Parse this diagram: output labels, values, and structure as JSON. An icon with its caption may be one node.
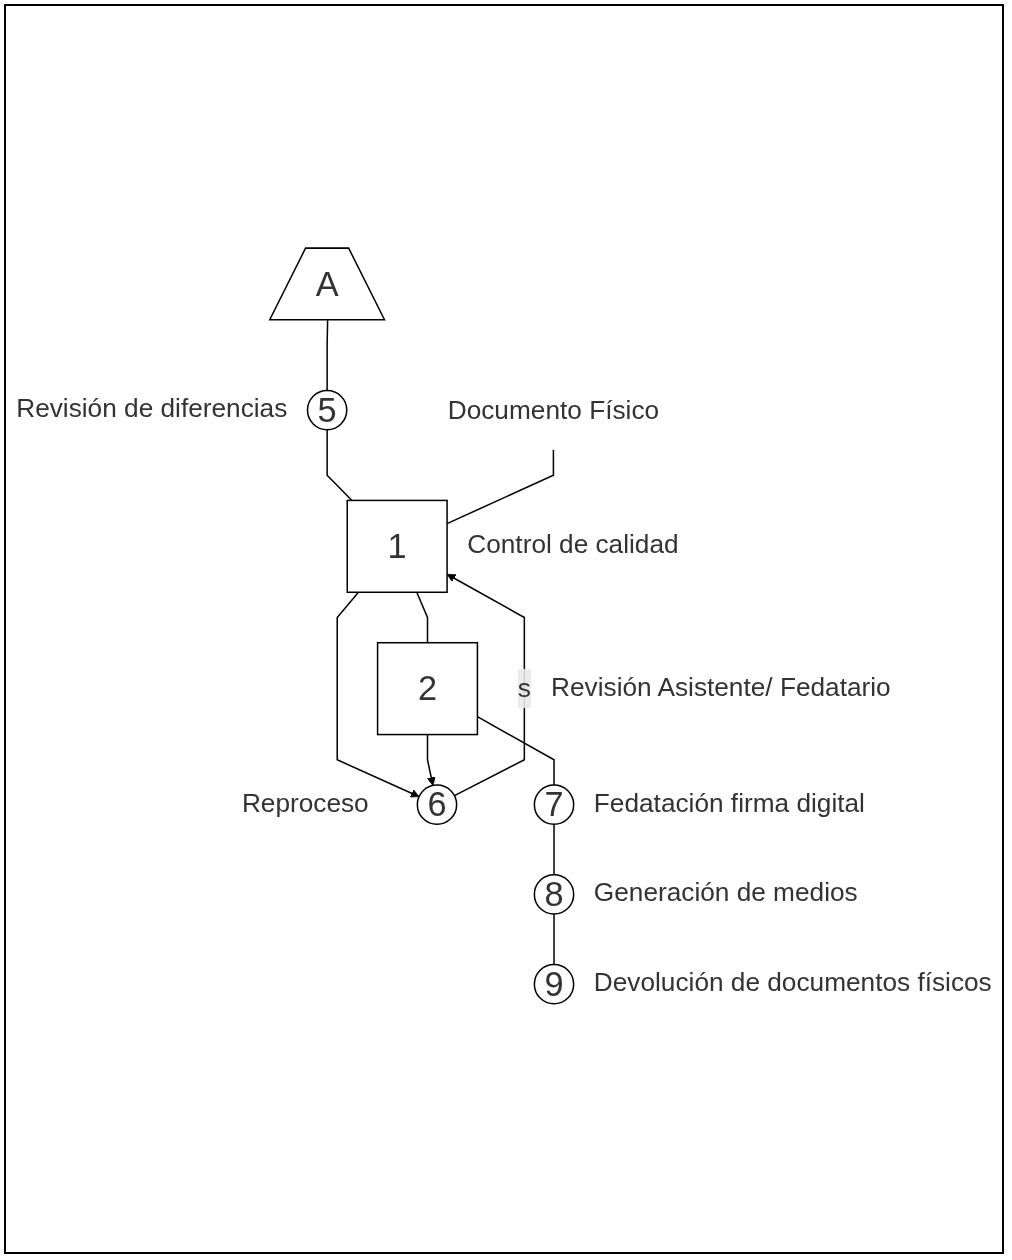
{
  "diagram": {
    "nodes": [
      {
        "text": [
          "A"
        ]
      },
      {
        "text": [
          "5"
        ],
        "beside": [
          "Revisión de diferencias"
        ]
      },
      {
        "text": [
          "Documento Físico"
        ]
      },
      {
        "text": [
          "1"
        ],
        "beside": [
          "Control de calidad"
        ]
      },
      {
        "text": [
          "6"
        ],
        "beside": [
          "Reproceso"
        ]
      },
      {
        "text": [
          "2"
        ],
        "beside": [
          "Revisión Asistente/ Fedatario"
        ]
      },
      {
        "text": [
          "7"
        ],
        "beside": [
          "Fedatación firma digital"
        ]
      },
      {
        "text": [
          "8"
        ],
        "beside": [
          "Generación de medios"
        ]
      },
      {
        "text": [
          "9"
        ],
        "beside": [
          "Devolución de documentos físicos"
        ]
      }
    ],
    "edges": [
      {
        "from": 0,
        "to": 1,
        "arrow": "none"
      },
      {
        "from": 1,
        "to": 3,
        "arrow": "none"
      },
      {
        "from": 2,
        "to": 3,
        "arrow": "none"
      },
      {
        "from": 3,
        "to": 4,
        "arrow": "to"
      },
      {
        "from": 4,
        "to": 3,
        "arrow": "to",
        "label": "s"
      },
      {
        "from": 3,
        "to": 5,
        "arrow": "none"
      },
      {
        "from": 5,
        "to": 4,
        "arrow": "to"
      },
      {
        "from": 5,
        "to": 6,
        "arrow": "none"
      },
      {
        "from": 6,
        "to": 7,
        "arrow": "none"
      },
      {
        "from": 7,
        "to": 8,
        "arrow": "none"
      }
    ]
  }
}
